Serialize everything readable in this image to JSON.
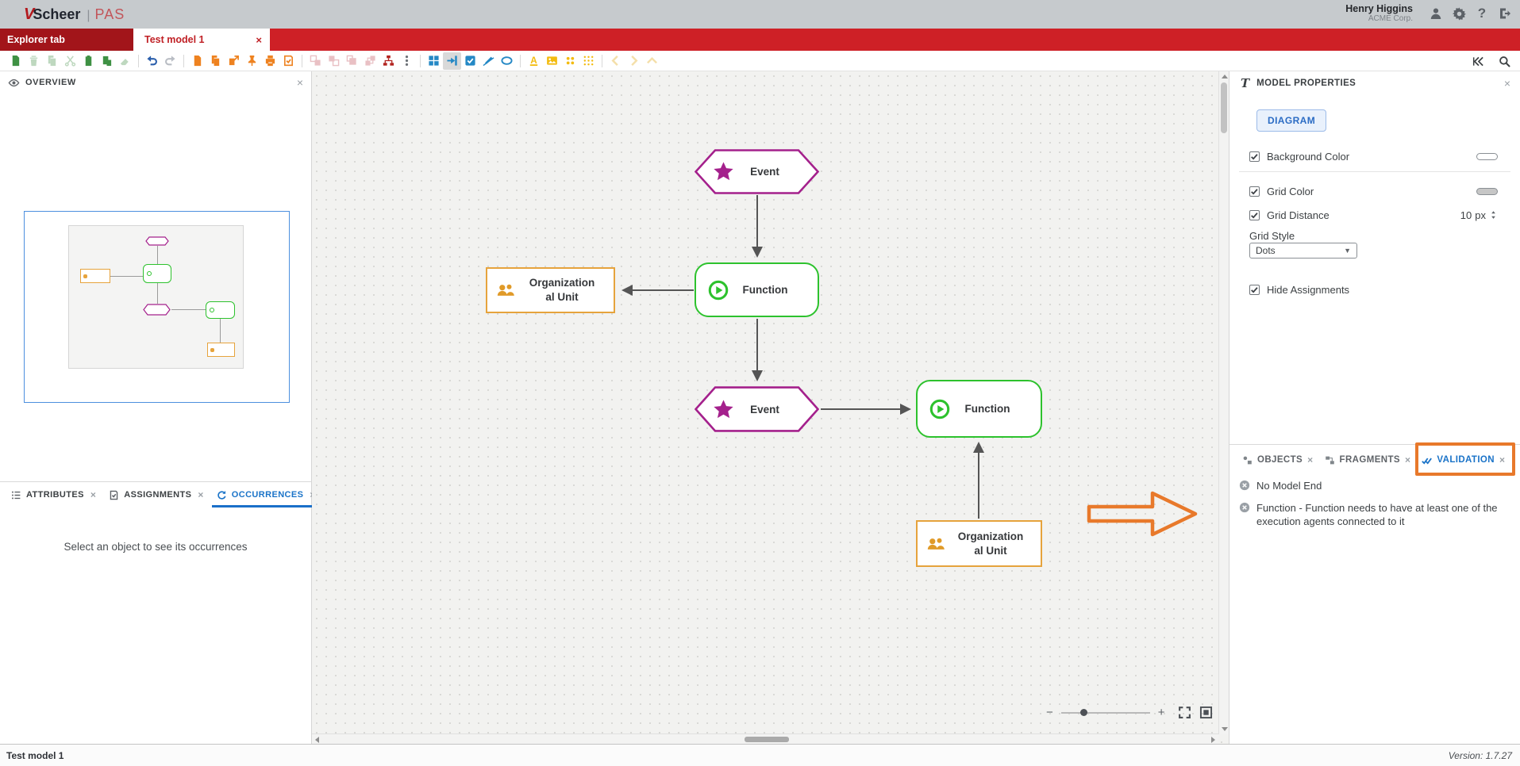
{
  "header": {
    "logo_mark": "V",
    "logo_primary": "Scheer",
    "logo_divider": "|",
    "logo_secondary": "PAS",
    "user_name": "Henry Higgins",
    "user_company": "ACME Corp.",
    "help_glyph": "?"
  },
  "tab_bar": {
    "explorer_tab": "Explorer tab",
    "model_tab": "Test model 1",
    "close_glyph": "×"
  },
  "toolbar": {
    "icon_names": [
      "new-model",
      "delete",
      "copy",
      "cut",
      "paste",
      "paste-as-copy",
      "format-painter",
      "undo",
      "redo",
      "export-model",
      "import-model",
      "open-external",
      "pin-model",
      "print",
      "export-pdf",
      "group",
      "ungroup",
      "bring-to-front",
      "send-to-back",
      "model-hierarchy",
      "more-options",
      "toggle-grid",
      "snap-to-grid",
      "multi-select",
      "disable-edit",
      "lasso-select",
      "font-style",
      "insert-image",
      "small-grid-dots",
      "large-grid-dots",
      "navigate-back",
      "navigate-forward",
      "navigate-up",
      "collapse-panel",
      "search"
    ]
  },
  "overview": {
    "title": "OVERVIEW",
    "close_glyph": "×"
  },
  "left_tabs": {
    "attributes": "ATTRIBUTES",
    "assignments": "ASSIGNMENTS",
    "occurrences": "OCCURRENCES",
    "close_glyph": "×",
    "empty_message": "Select an object to see its occurrences"
  },
  "diagram": {
    "event1": "Event",
    "function1": "Function",
    "org1": "Organization\nal Unit",
    "event2": "Event",
    "function2": "Function",
    "org2": "Organization\nal Unit"
  },
  "zoom_controls": {
    "minus": "−",
    "plus": "+"
  },
  "properties": {
    "title": "MODEL PROPERTIES",
    "type_glyph": "T",
    "close_glyph": "×",
    "diagram_button": "DIAGRAM",
    "background_color": "Background Color",
    "grid_color": "Grid Color",
    "grid_distance": "Grid Distance",
    "grid_distance_value": "10",
    "grid_distance_unit": "px",
    "grid_style_label": "Grid Style",
    "grid_style_value": "Dots",
    "hide_assignments": "Hide Assignments"
  },
  "right_tabs": {
    "objects": "OBJECTS",
    "fragments": "FRAGMENTS",
    "validation": "VALIDATION",
    "close_glyph": "×"
  },
  "validation": {
    "items": [
      "No Model End",
      "Function - Function needs to have at least one of the execution agents connected to it"
    ]
  },
  "status_bar": {
    "model_name": "Test model 1",
    "version": "Version: 1.7.27"
  },
  "colors": {
    "brand_red": "#CE2026",
    "explorer_tab_red": "#A2151A",
    "event_magenta": "#A4208C",
    "function_green": "#2DC22D",
    "org_orange": "#E6A33C",
    "accent_blue": "#1A73C8",
    "annotation_orange": "#E8792B",
    "header_gray": "#C6CACD"
  }
}
